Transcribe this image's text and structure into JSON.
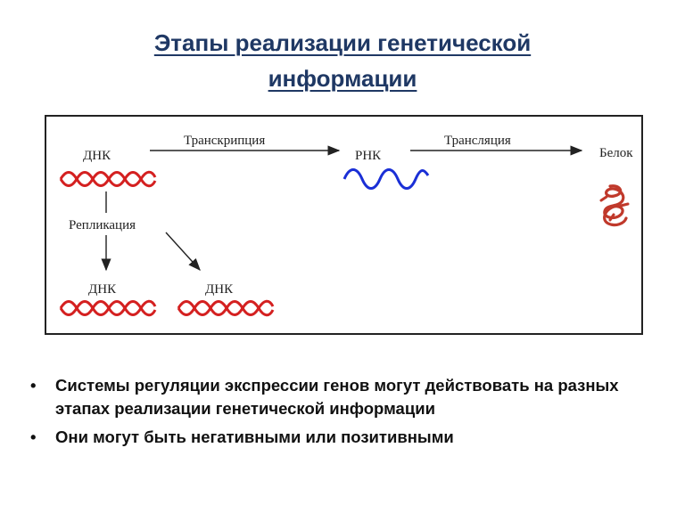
{
  "title": {
    "line1": "Этапы реализации генетической",
    "line2": "информации"
  },
  "diagram": {
    "dna_top": "ДНК",
    "transcription": "Транскрипция",
    "rna": "РНК",
    "translation": "Трансляция",
    "protein": "Белок",
    "replication": "Репликация",
    "dna_bottom_left": "ДНК",
    "dna_bottom_right": "ДНК",
    "colors": {
      "dna": "#d42020",
      "rna": "#1a2fd6",
      "protein": "#c0392b",
      "arrow": "#222222"
    },
    "icons": [
      "dna-double-helix-icon",
      "rna-strand-icon",
      "protein-coil-icon"
    ]
  },
  "bullets": [
    {
      "marker": "•",
      "text": "Системы регуляции экспрессии генов могут действовать на разных этапах реализации генетической информации"
    },
    {
      "marker": "•",
      "text": "Они могут быть негативными или позитивными"
    }
  ]
}
